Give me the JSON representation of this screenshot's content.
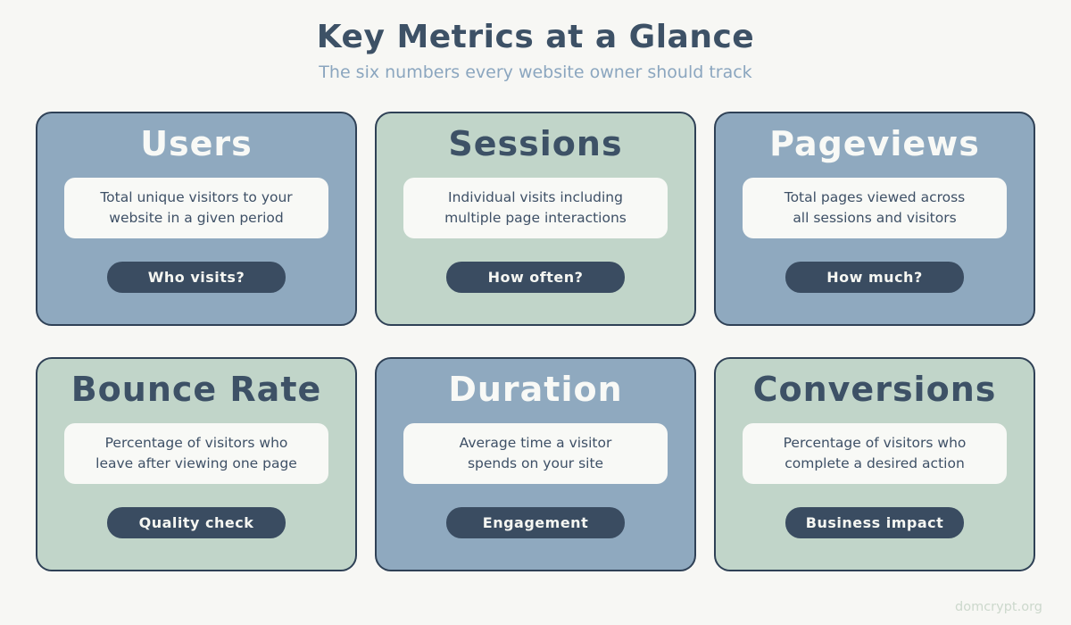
{
  "page": {
    "title": "Key Metrics at a Glance",
    "subtitle": "The six numbers every website owner should track",
    "footer": "domcrypt.org"
  },
  "colors": {
    "background": "#f7f7f4",
    "title_text": "#3d5166",
    "subtitle_text": "#8ba6bf",
    "blue_card_bg": "#8fa9bf",
    "green_card_bg": "#c1d5c9",
    "card_border": "#2f4156",
    "description_box_bg": "#f8f9f6",
    "description_text": "#3e5066",
    "badge_bg": "#3a4c61",
    "badge_text": "#f5f6f2",
    "footer_text": "#ccd8cc"
  },
  "cards": [
    {
      "title": "Users",
      "variant": "blue",
      "description_lines": [
        "Total unique visitors to your",
        "website in a given period"
      ],
      "badge": "Who visits?"
    },
    {
      "title": "Sessions",
      "variant": "green",
      "description_lines": [
        "Individual visits including",
        "multiple page interactions"
      ],
      "badge": "How often?"
    },
    {
      "title": "Pageviews",
      "variant": "blue",
      "description_lines": [
        "Total pages viewed across",
        "all sessions and visitors"
      ],
      "badge": "How much?"
    },
    {
      "title": "Bounce Rate",
      "variant": "green",
      "description_lines": [
        "Percentage of visitors who",
        "leave after viewing one page"
      ],
      "badge": "Quality check"
    },
    {
      "title": "Duration",
      "variant": "blue",
      "description_lines": [
        "Average time a visitor",
        "spends on your site"
      ],
      "badge": "Engagement"
    },
    {
      "title": "Conversions",
      "variant": "green",
      "description_lines": [
        "Percentage of visitors who",
        "complete a desired action"
      ],
      "badge": "Business impact"
    }
  ]
}
